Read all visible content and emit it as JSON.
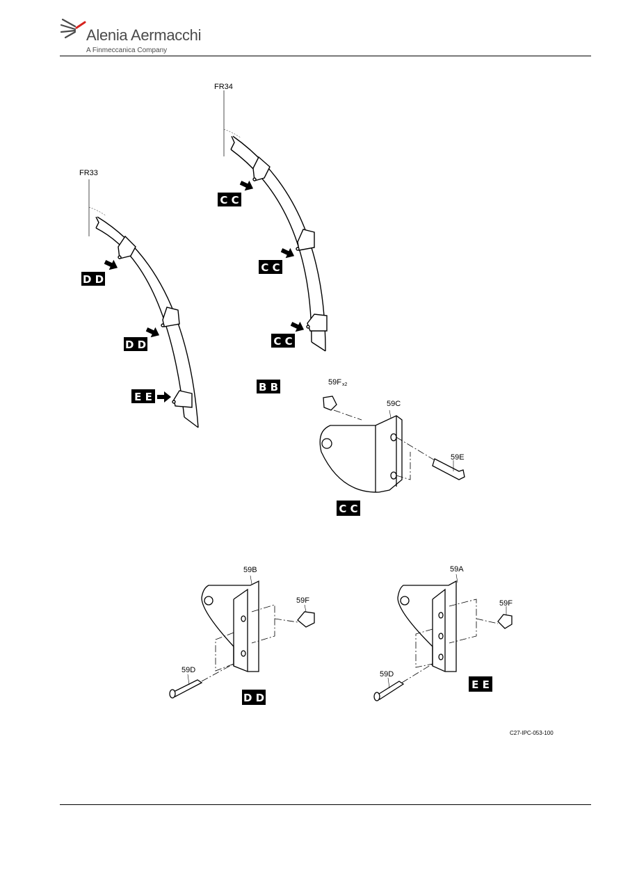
{
  "header": {
    "brand": "Alenia Aermacchi",
    "tagline": "A Finmeccanica Company"
  },
  "frames": {
    "fr33": "FR33",
    "fr34": "FR34"
  },
  "view_tags": {
    "dd_1": "D D",
    "dd_2": "D D",
    "ee_1": "E E",
    "cc_1": "C C",
    "cc_2": "C C",
    "cc_3": "C C",
    "bb": "B B",
    "cc_detail": "C C",
    "dd_detail": "D D",
    "ee_detail": "E E"
  },
  "detail_cc": {
    "part_59f": "59F",
    "part_59f_qty": "x2",
    "part_59c": "59C",
    "part_59e": "59E"
  },
  "detail_dd": {
    "part_59b": "59B",
    "part_59f": "59F",
    "part_59d": "59D"
  },
  "detail_ee": {
    "part_59a": "59A",
    "part_59f": "59F",
    "part_59d": "59D"
  },
  "figure_ref": "C27-IPC-053-100",
  "colors": {
    "brand_red": "#d6231e",
    "brand_grey": "#4a4a4a",
    "tag_bg": "#000000"
  }
}
